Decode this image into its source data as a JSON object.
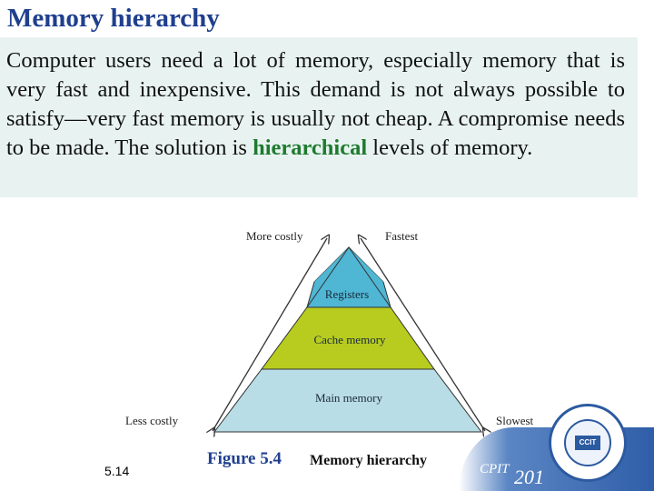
{
  "slide": {
    "title": "Memory hierarchy",
    "paragraph_before": "Computer users need a lot of memory, especially memory that is very fast and inexpensive. This demand is not always possible to satisfy—very fast memory is usually not cheap. A compromise needs to be made. The solution is ",
    "paragraph_highlight": "hierarchical",
    "paragraph_after": " levels of memory.",
    "slide_number": "5.14",
    "course_label": "CPIT",
    "course_number": "201",
    "logo_text": "CCIT"
  },
  "diagram": {
    "top_left_label": "More costly",
    "top_right_label": "Fastest",
    "bottom_left_label": "Less costly",
    "bottom_right_label": "Slowest",
    "levels": [
      {
        "label": "Registers",
        "color": "#4fb6d3"
      },
      {
        "label": "Cache memory",
        "color": "#b7cc1f"
      },
      {
        "label": "Main memory",
        "color": "#b9dde7"
      }
    ]
  },
  "caption": {
    "figure": "Figure 5.4",
    "text": "Memory hierarchy"
  },
  "colors": {
    "title": "#1f3f8f",
    "highlight": "#1f7a2e",
    "textbox_bg": "#e8f3f1"
  }
}
